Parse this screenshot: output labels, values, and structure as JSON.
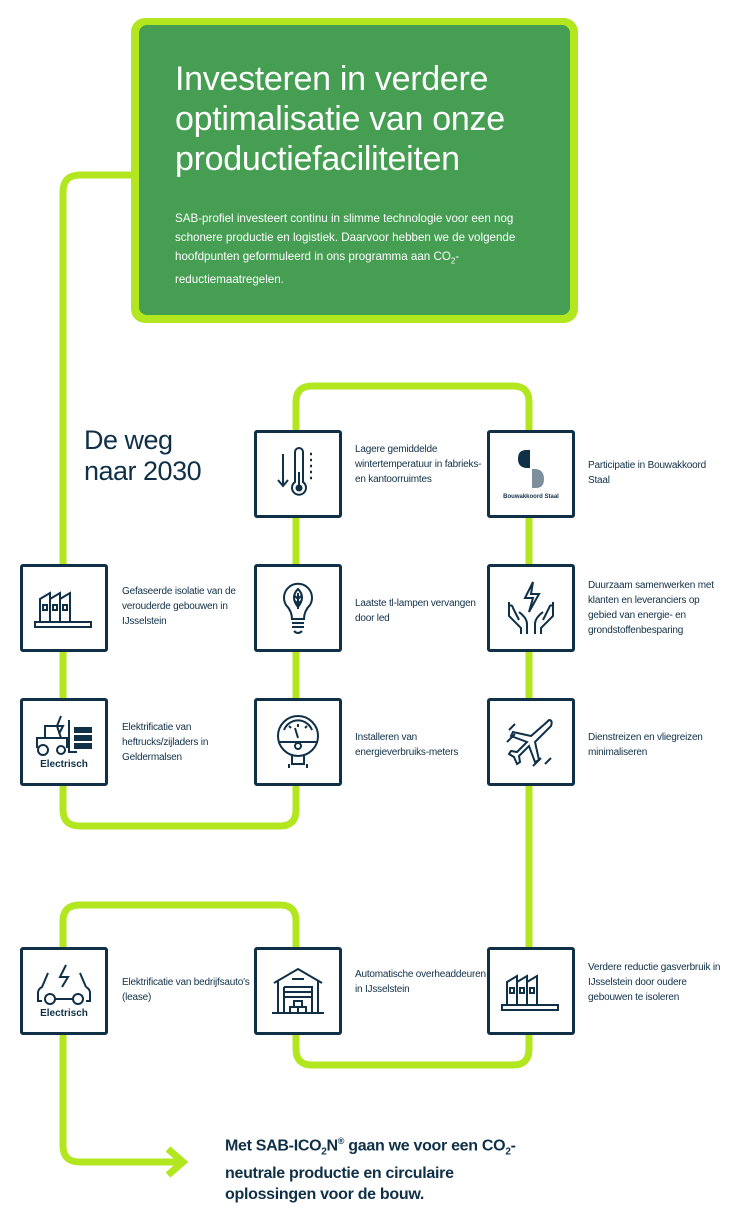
{
  "header": {
    "title": "Investeren in verdere optimalisatie van onze productiefaciliteiten",
    "body_main": "SAB-profiel investeert continu in slimme technologie voor een nog schonere productie en logistiek. Daarvoor hebben we de volgende hoofdpunten geformuleerd in ons programma aan ",
    "body_co2": "CO",
    "body_sub": "2",
    "body_end": "-reductiemaatregelen."
  },
  "roadmap": {
    "title_line1": "De weg",
    "title_line2": "naar 2030"
  },
  "colors": {
    "path": "#b2e61f",
    "header_bg": "#459e52",
    "navy": "#0f3047"
  },
  "steps": [
    {
      "icon": "thermometer-icon",
      "label": "Lagere gemiddelde wintertemperatuur in fabrieks- en kantoorruimtes"
    },
    {
      "icon": "bouwakkoord-staal-logo",
      "logo_text": "Bouwakkoord Staal",
      "label": "Participatie in Bouwakkoord Staal"
    },
    {
      "icon": "factory-icon",
      "label": "Gefaseerde isolatie van de verouderde gebouwen in IJsselstein"
    },
    {
      "icon": "lightbulb-leaf-icon",
      "label": "Laatste tl-lampen vervangen door led"
    },
    {
      "icon": "hands-energy-icon",
      "label": "Duurzaam samenwerken met klanten en leveranciers op gebied van energie- en grondstoffenbesparing"
    },
    {
      "icon": "forklift-electric-icon",
      "caption": "Electrisch",
      "label": "Elektrificatie van heftrucks/zijladers in Geldermalsen"
    },
    {
      "icon": "meter-gauge-icon",
      "label": "Installeren van energieverbruiks-meters"
    },
    {
      "icon": "airplane-icon",
      "label": "Dienstreizen en vliegreizen minimaliseren"
    },
    {
      "icon": "electric-car-icon",
      "caption": "Electrisch",
      "label": "Elektrificatie van bedrijfsauto's (lease)"
    },
    {
      "icon": "garage-door-icon",
      "label": "Automatische overheaddeuren in IJsselstein"
    },
    {
      "icon": "factory-icon",
      "label": "Verdere reductie gasverbruik in IJsselstein door oudere gebouwen te isoleren"
    }
  ],
  "footer": {
    "p1": "Met SAB-ICO",
    "p1_sub": "2",
    "p1_n": "N",
    "p1_reg": "®",
    "p2": " gaan we voor een ",
    "p3": "CO",
    "p3_sub": "2",
    "p4": "-neutrale productie en circulaire oplossingen voor de bouw."
  }
}
